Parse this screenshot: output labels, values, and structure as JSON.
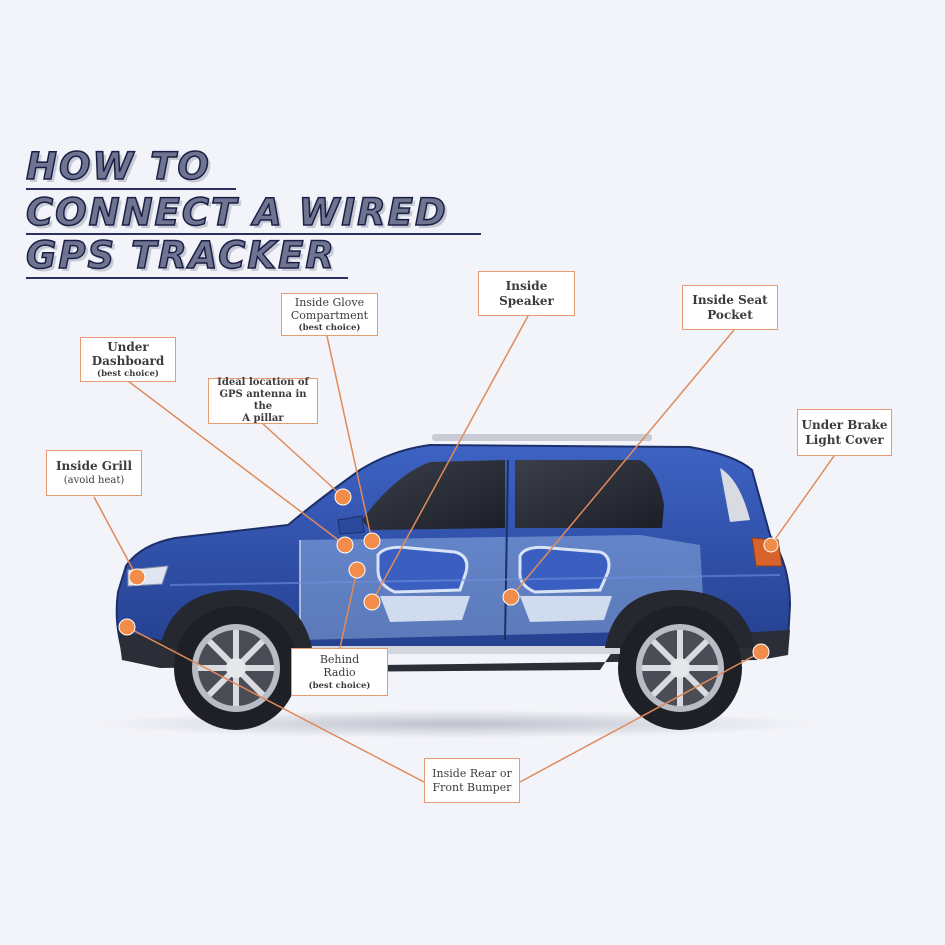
{
  "title": {
    "line1": "HOW TO",
    "line2": "CONNECT A WIRED",
    "line3": "GPS TRACKER"
  },
  "callouts": {
    "inside_glove": {
      "label": "Inside Glove\nCompartment",
      "note": "(best choice)"
    },
    "inside_speaker": {
      "label": "Inside\nSpeaker"
    },
    "inside_seat_pocket": {
      "label": "Inside Seat\nPocket"
    },
    "under_dashboard": {
      "label": "Under\nDashboard",
      "note": "(best choice)"
    },
    "gps_antenna": {
      "label": "Ideal location of\nGPS antenna in the\nA pillar"
    },
    "under_brake_light": {
      "label": "Under Brake\nLight Cover"
    },
    "inside_grill": {
      "label": "Inside Grill",
      "note": "(avoid heat)"
    },
    "behind_radio": {
      "label": "Behind\nRadio",
      "note": "(best choice)"
    },
    "inside_bumper": {
      "label": "Inside Rear or\nFront Bumper"
    }
  },
  "colors": {
    "callout_border": "#e89a74",
    "leader_line": "#e08a5c",
    "marker": "#f28c4a",
    "car_body": "#2f4fa6",
    "title_text": "#6f7490"
  }
}
